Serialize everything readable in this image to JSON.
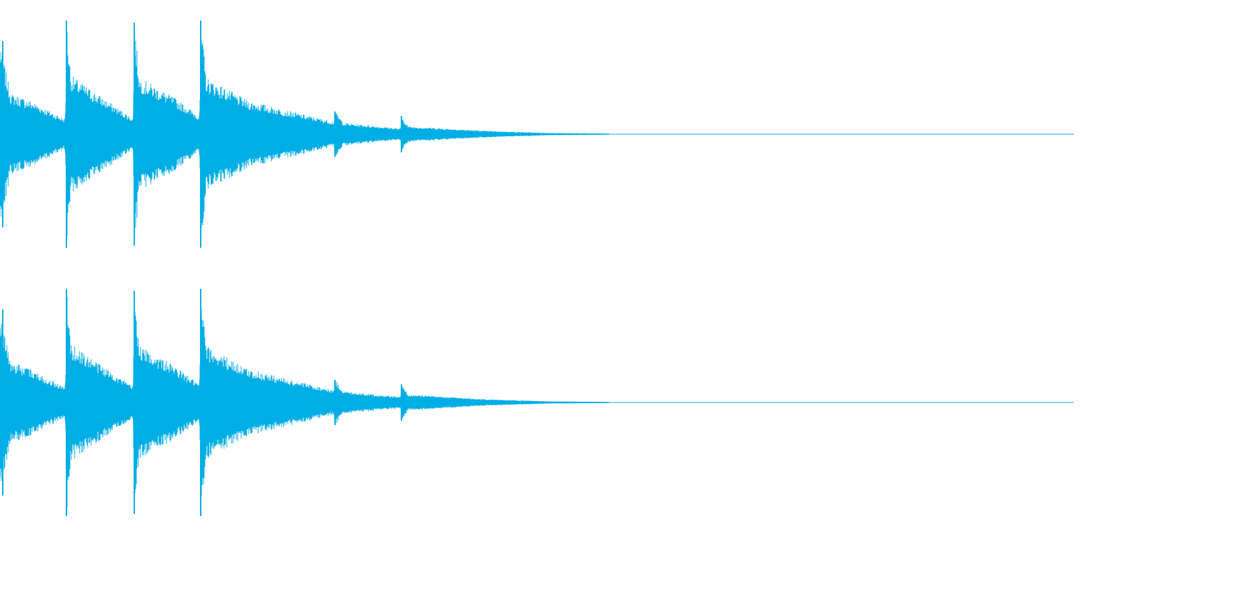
{
  "colors": {
    "waveform": "#00aee6",
    "background": "#ffffff"
  },
  "chart_data": {
    "type": "area",
    "title": "",
    "xlabel": "",
    "ylabel": "",
    "grid": false,
    "legend": "none",
    "x_range": [
      0,
      1
    ],
    "y_range": [
      -1,
      1
    ],
    "channels": [
      {
        "channel": 1,
        "onsets": [
          0.0,
          0.062,
          0.125,
          0.187,
          0.312,
          0.374
        ],
        "peak_amplitudes": [
          0.82,
          1.0,
          0.98,
          1.0,
          0.2,
          0.16
        ],
        "envelope": [
          [
            0.0,
            0.82
          ],
          [
            0.004,
            0.62
          ],
          [
            0.01,
            0.36
          ],
          [
            0.03,
            0.29
          ],
          [
            0.061,
            0.13
          ],
          [
            0.062,
            1.0
          ],
          [
            0.066,
            0.52
          ],
          [
            0.09,
            0.36
          ],
          [
            0.124,
            0.14
          ],
          [
            0.125,
            0.98
          ],
          [
            0.13,
            0.5
          ],
          [
            0.16,
            0.34
          ],
          [
            0.186,
            0.16
          ],
          [
            0.187,
            1.0
          ],
          [
            0.192,
            0.5
          ],
          [
            0.23,
            0.3
          ],
          [
            0.28,
            0.18
          ],
          [
            0.311,
            0.11
          ],
          [
            0.312,
            0.2
          ],
          [
            0.32,
            0.1
          ],
          [
            0.373,
            0.05
          ],
          [
            0.374,
            0.16
          ],
          [
            0.38,
            0.07
          ],
          [
            0.45,
            0.03
          ],
          [
            0.51,
            0.01
          ],
          [
            0.567,
            0.005
          ],
          [
            0.568,
            0.0
          ],
          [
            1.0,
            0.0
          ]
        ]
      },
      {
        "channel": 2,
        "onsets": [
          0.0,
          0.062,
          0.125,
          0.187,
          0.312,
          0.374
        ],
        "peak_amplitudes": [
          0.82,
          1.0,
          0.98,
          1.0,
          0.2,
          0.16
        ],
        "envelope": [
          [
            0.0,
            0.82
          ],
          [
            0.004,
            0.62
          ],
          [
            0.01,
            0.36
          ],
          [
            0.03,
            0.29
          ],
          [
            0.061,
            0.13
          ],
          [
            0.062,
            1.0
          ],
          [
            0.066,
            0.52
          ],
          [
            0.09,
            0.36
          ],
          [
            0.124,
            0.14
          ],
          [
            0.125,
            0.98
          ],
          [
            0.13,
            0.5
          ],
          [
            0.16,
            0.34
          ],
          [
            0.186,
            0.16
          ],
          [
            0.187,
            1.0
          ],
          [
            0.192,
            0.5
          ],
          [
            0.23,
            0.3
          ],
          [
            0.28,
            0.18
          ],
          [
            0.311,
            0.11
          ],
          [
            0.312,
            0.2
          ],
          [
            0.32,
            0.1
          ],
          [
            0.373,
            0.05
          ],
          [
            0.374,
            0.16
          ],
          [
            0.38,
            0.07
          ],
          [
            0.45,
            0.03
          ],
          [
            0.51,
            0.01
          ],
          [
            0.567,
            0.005
          ],
          [
            0.568,
            0.0
          ],
          [
            1.0,
            0.0
          ]
        ]
      }
    ]
  }
}
